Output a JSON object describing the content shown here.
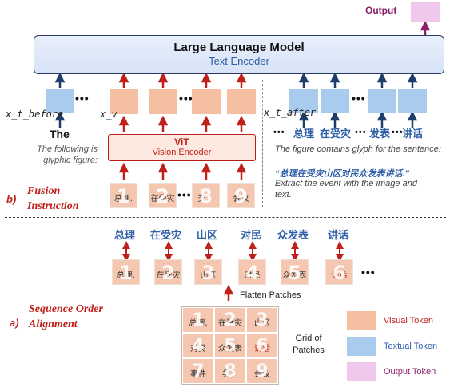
{
  "top": {
    "output_label": "Output"
  },
  "llm": {
    "title": "Large Language Model",
    "subtitle": "Text Encoder"
  },
  "fusion": {
    "x_before": "x_t_before",
    "x_v": "x_v",
    "x_after": "x_t_after",
    "the_word": "The",
    "left_caption": "The following is glyphic figure:",
    "vit_title": "ViT",
    "vit_subtitle": "Vision Encoder",
    "right_caption_1": "The figure contains glyph for the sentence:",
    "right_quote": "“总理在受灾山区对民众发表讲话.”",
    "right_caption_2": "Extract the event with the image and text.",
    "text_tokens": [
      "总理",
      "在受灾",
      "发表",
      "讲话"
    ],
    "input_patches": [
      {
        "num": "1",
        "glyph": "总理."
      },
      {
        "num": "2",
        "glyph": "在受灾"
      },
      {
        "num": "8",
        "glyph": "类："
      },
      {
        "num": "9",
        "glyph": "会议"
      }
    ],
    "label_b": "b)",
    "section_title": "Fusion Instruction",
    "dots": "•••"
  },
  "alignment": {
    "words": [
      "总理",
      "在受灾",
      "山区",
      "对民",
      "众发表",
      "讲话"
    ],
    "patches": [
      {
        "num": "1",
        "glyph": "总理."
      },
      {
        "num": "2",
        "glyph": "在受灾"
      },
      {
        "num": "3",
        "glyph": "山区"
      },
      {
        "num": "4",
        "glyph": "对民"
      },
      {
        "num": "5",
        "glyph": "众发表"
      },
      {
        "num": "6",
        "glyph": "讲话"
      }
    ],
    "flatten_label": "Flatten Patches",
    "grid_label": "Grid of Patches",
    "grid": [
      {
        "num": "1",
        "glyph": "总理."
      },
      {
        "num": "2",
        "glyph": "在受灾"
      },
      {
        "num": "3",
        "glyph": "山区"
      },
      {
        "num": "4",
        "glyph": "对民"
      },
      {
        "num": "5",
        "glyph": "众发表"
      },
      {
        "num": "6",
        "glyph": "讲话"
      },
      {
        "num": "7",
        "glyph": "事件"
      },
      {
        "num": "8",
        "glyph": "类："
      },
      {
        "num": "9",
        "glyph": "会议"
      }
    ],
    "label_a": "a)",
    "section_title": "Sequence Order Alignment",
    "dots": "•••"
  },
  "legend": {
    "visual": "Visual Token",
    "textual": "Textual Token",
    "output": "Output Token"
  },
  "colors": {
    "visual_token": "#f5bfa2",
    "textual_token": "#a9cbee",
    "output_token": "#f0c8ec",
    "accent_red": "#c0201a",
    "accent_blue": "#2f5fa8",
    "arrow_purple": "#8a1f6a",
    "arrow_navy": "#1f3d6b"
  }
}
